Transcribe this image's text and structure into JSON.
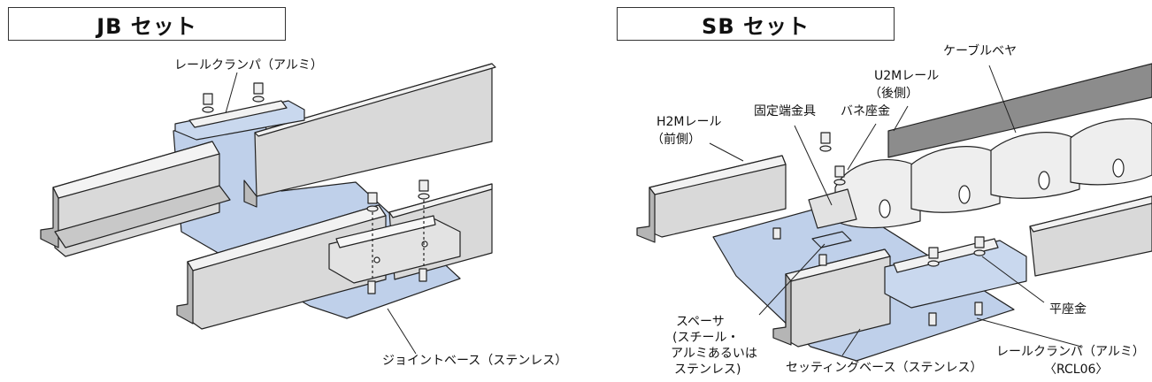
{
  "jb": {
    "title": "JB セット",
    "labels": {
      "rail_clamp": "レールクランパ（アルミ）",
      "joint_base": "ジョイントベース（ステンレス）"
    }
  },
  "sb": {
    "title": "SB セット",
    "labels": {
      "cable_veyor": "ケーブルベヤ",
      "u2m_rail": "U2Mレール",
      "u2m_rear": "（後側）",
      "h2m_rail": "H2Mレール",
      "h2m_front": "（前側）",
      "fixed_bracket": "固定端金具",
      "spring_washer": "バネ座金",
      "spacer_1": "スペーサ",
      "spacer_2": "(スチール・",
      "spacer_3": "アルミあるいは",
      "spacer_4": "ステンレス)",
      "flat_washer": "平座金",
      "setting_base": "セッティングベース（ステンレス）",
      "rail_clamp": "レールクランパ（アルミ）",
      "rail_clamp_code": "〈RCL06〉"
    }
  },
  "colors": {
    "rail_face": "#d9d9d9",
    "rail_top": "#f0f0f0",
    "rail_dark": "#a9a9a9",
    "plate": "#bfd0ea",
    "belt": "#8c8c8c",
    "outline": "#222222"
  }
}
